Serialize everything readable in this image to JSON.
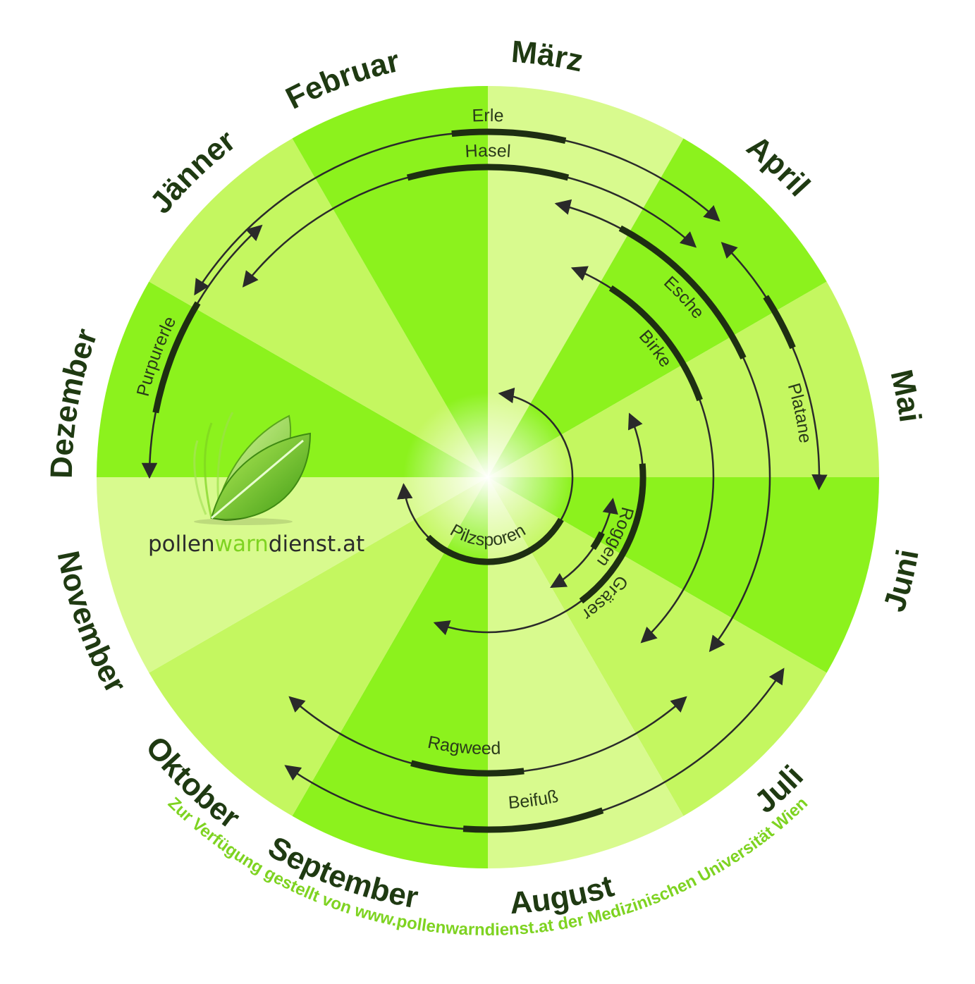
{
  "colors": {
    "wedge_dark": "#8cf21d",
    "wedge_mid": "#c4f760",
    "wedge_light": "#d8fa8e",
    "bar": "#1e2e12",
    "line": "#2a2a2a",
    "month_text": "#1f3a12",
    "credit_text": "#7ed321",
    "logo_text": "#2b2b2b",
    "logo_accent": "#7ed321"
  },
  "months": [
    {
      "label": "Jänner"
    },
    {
      "label": "Februar"
    },
    {
      "label": "März"
    },
    {
      "label": "April"
    },
    {
      "label": "Mai"
    },
    {
      "label": "Juni"
    },
    {
      "label": "Juli"
    },
    {
      "label": "August"
    },
    {
      "label": "September"
    },
    {
      "label": "Oktober"
    },
    {
      "label": "November"
    },
    {
      "label": "Dezember"
    }
  ],
  "plants": [
    {
      "label": "Erle"
    },
    {
      "label": "Hasel"
    },
    {
      "label": "Purpurerle"
    },
    {
      "label": "Esche"
    },
    {
      "label": "Platane"
    },
    {
      "label": "Birke"
    },
    {
      "label": "Roggen"
    },
    {
      "label": "Gräser"
    },
    {
      "label": "Pilzsporen"
    },
    {
      "label": "Ragweed"
    },
    {
      "label": "Beifuß"
    }
  ],
  "logo": {
    "part1": "pollen",
    "part2": "warn",
    "part3": "dienst.at",
    "icon": "leaf-icon"
  },
  "credit": "Zur Verfügung gestellt von www.pollenwarndienst.at der Medizinischen Universität Wien"
}
